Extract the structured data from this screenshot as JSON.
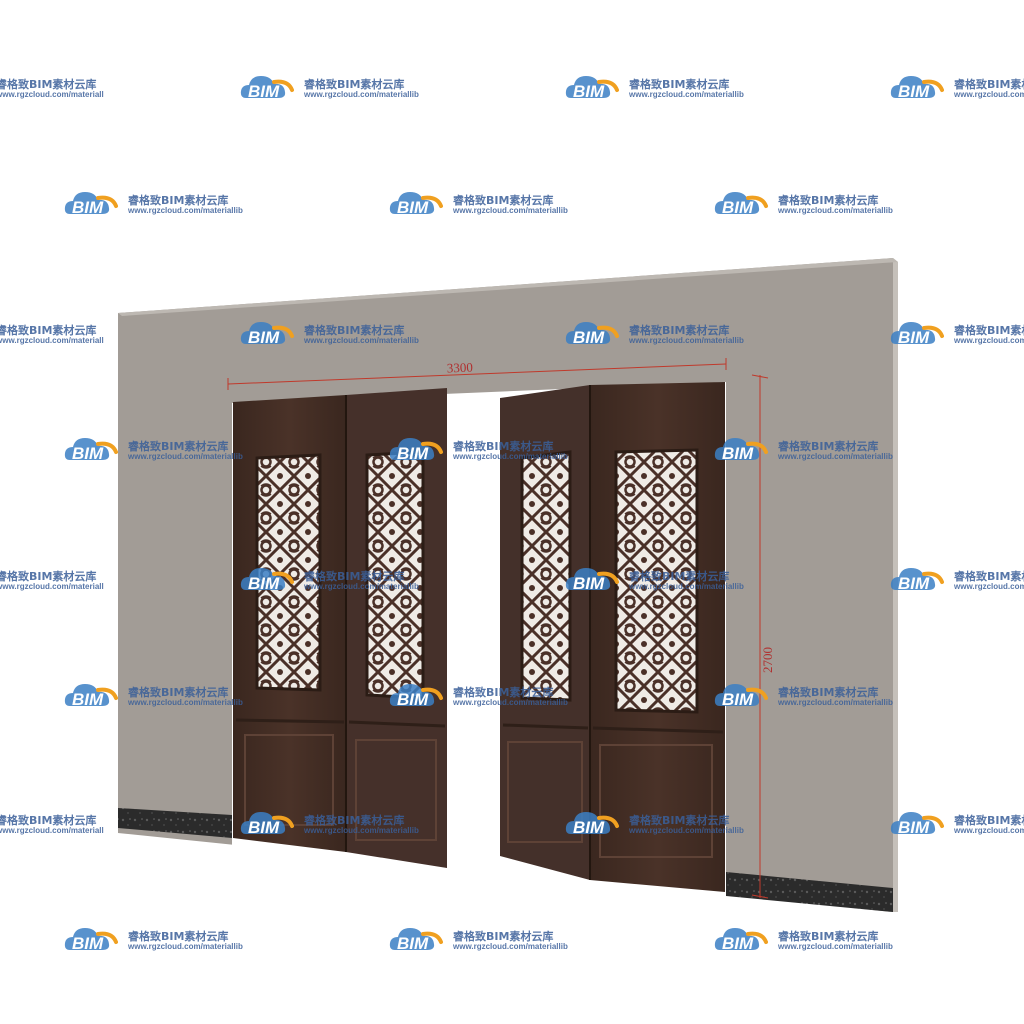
{
  "scene": {
    "description_colors": {
      "wall": "#a39d97",
      "wall_edge": "#b8b3ad",
      "door_wood": "#3f2b22",
      "door_wood_dark": "#2e1f18",
      "door_wood_light": "#5a3f32",
      "lattice_light": "#e8e4e0",
      "skirting": "#262626",
      "dimension_line": "#c0392b"
    }
  },
  "dimensions": {
    "width_label": "3300",
    "height_label": "2700"
  },
  "watermark": {
    "logo_text": "BIM",
    "name": "睿格致BIM素材云库",
    "url": "www.rgzcloud.com/materiallib",
    "logo_blue": "#3b7fc4",
    "logo_orange": "#f0a020"
  }
}
